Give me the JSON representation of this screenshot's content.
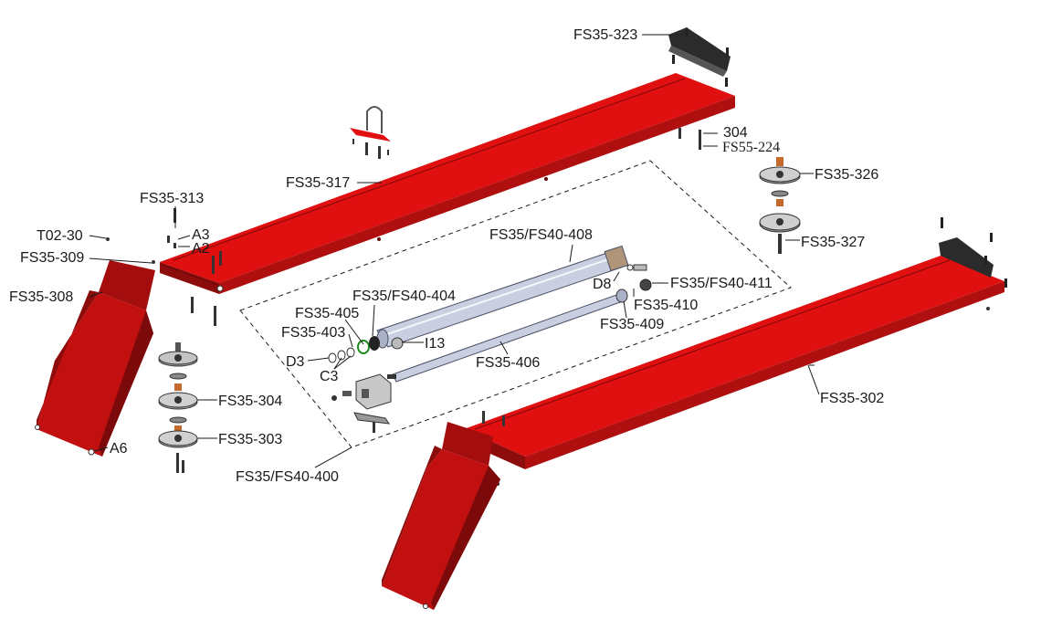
{
  "diagram": {
    "parts": {
      "ramp_top": "FS35-323",
      "part_304": "304",
      "part_fs55_224": "FS55-224",
      "platform_left": "FS35-317",
      "pulley_326": "FS35-326",
      "pulley_327": "FS35-327",
      "part_313": "FS35-313",
      "t02_30": "T02-30",
      "a3": "A3",
      "a2": "A2",
      "part_309": "FS35-309",
      "ramp_308": "FS35-308",
      "cyl_408": "FS35/FS40-408",
      "d8": "D8",
      "part_411": "FS35/FS40-411",
      "part_410": "FS35-410",
      "part_404": "FS35/FS40-404",
      "part_405": "FS35-405",
      "part_409": "FS35-409",
      "part_403": "FS35-403",
      "i13": "I13",
      "d3": "D3",
      "part_406": "FS35-406",
      "c3": "C3",
      "pulley_304": "FS35-304",
      "platform_right": "FS35-302",
      "a6": "A6",
      "pulley_303": "FS35-303",
      "assembly_400": "FS35/FS40-400"
    },
    "colors": {
      "platform": "#e01010",
      "platform_dark": "#a30d0d",
      "pulley": "#8a8a8a",
      "cylinder": "#c9cfe0",
      "bracket": "#2b2b2b"
    }
  }
}
